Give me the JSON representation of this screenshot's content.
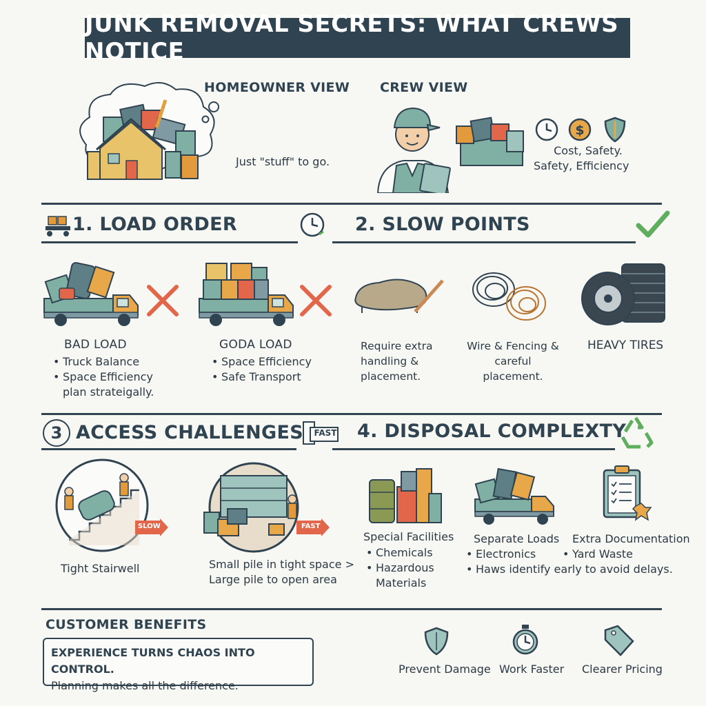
{
  "title": "JUNK REMOVAL SECRETS: WHAT CREWS NOTICE",
  "homeowner": {
    "label": "HOMEOWNER VIEW",
    "caption": "Just \"stuff\" to go."
  },
  "crew": {
    "label": "CREW VIEW",
    "caption_line1": "Cost, Safety.",
    "caption_line2": "Safety, Efficiency"
  },
  "sections": {
    "load_order": "1. LOAD ORDER",
    "slow_points": "2. SLOW POINTS",
    "access": "ACCESS CHALLENGES",
    "access_number": "3",
    "disposal": "4. DISPOSAL COMPLEXTY"
  },
  "load": {
    "bad": {
      "title": "BAD LOAD",
      "items": [
        "Truck Balance",
        "Space Efficiency"
      ],
      "note": "plan strateigally."
    },
    "good": {
      "title": "GODA LOAD",
      "items": [
        "Space Efficiency",
        "Safe Transport"
      ]
    }
  },
  "slow": {
    "item1": [
      "Require extra",
      "handling &",
      "placement."
    ],
    "item2": [
      "Wire & Fencing &",
      "careful placement."
    ],
    "item3": "HEAVY TIRES"
  },
  "access_items": {
    "stairwell": "Tight Stairwell",
    "slow_tag": "SLOW",
    "fast_tag": "FAST",
    "fast_icon": "FAST",
    "pile_line1": "Small pile in tight space >",
    "pile_line2": "Large pile to open area"
  },
  "disposal_items": {
    "special": {
      "title": "Special Facilities",
      "items": [
        "Chemicals",
        "Hazardous"
      ],
      "extra": "Materials"
    },
    "separate": {
      "title": "Separate Loads",
      "items": [
        "Electronics",
        "Haws identify early to avoid delays."
      ]
    },
    "documentation": {
      "title": "Extra Documentation",
      "items": [
        "Yard Waste"
      ]
    }
  },
  "benefits": {
    "label": "CUSTOMER BENEFITS",
    "line1": "EXPERIENCE TURNS CHAOS INTO CONTROL.",
    "line2": "Planning makes all the difference.",
    "prevent": "Prevent Damage",
    "faster": "Work Faster",
    "pricing": "Clearer Pricing"
  },
  "colors": {
    "navy": "#2f4350",
    "red": "#e2674a",
    "green": "#5fae5d",
    "teal": "#7fb0a3",
    "orange": "#e29a3c"
  },
  "icons": [
    "clock-icon",
    "dollar-icon",
    "shield-icon",
    "check-icon",
    "recycle-icon",
    "stopwatch-icon",
    "price-tag-icon",
    "clipboard-icon"
  ]
}
